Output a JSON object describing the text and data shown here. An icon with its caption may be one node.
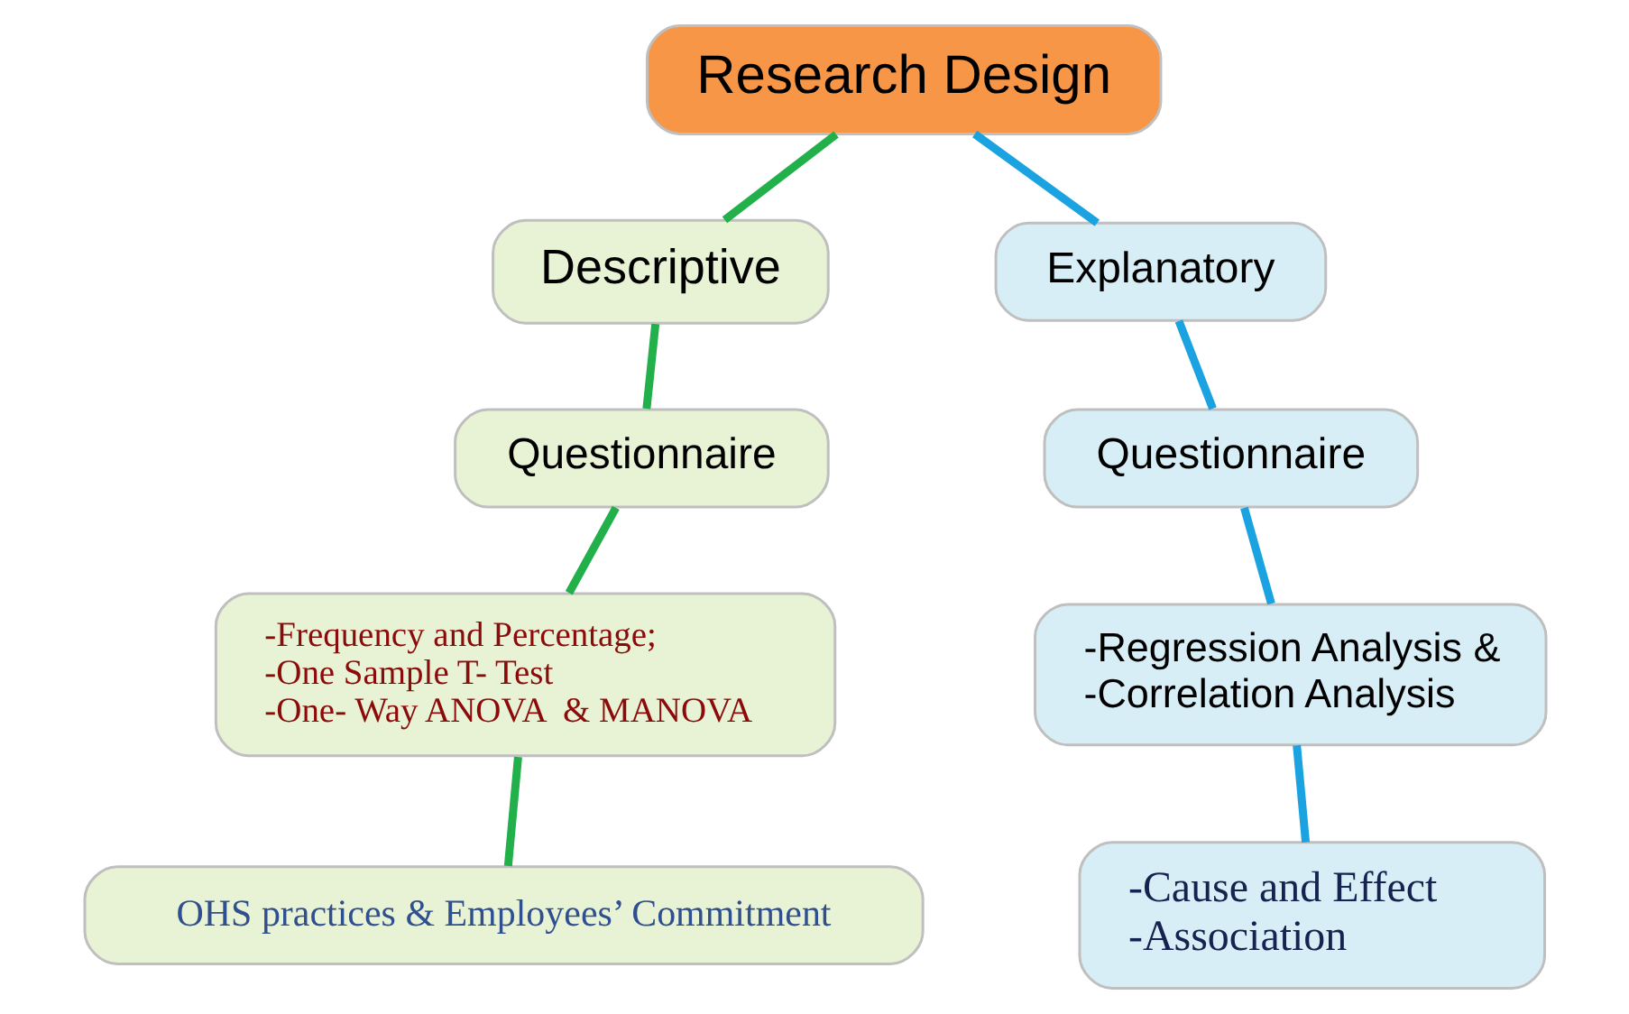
{
  "diagram": {
    "nodes": [
      {
        "text": [
          "Research Design"
        ]
      },
      {
        "text": [
          "Descriptive"
        ]
      },
      {
        "text": [
          "Explanatory"
        ]
      },
      {
        "text": [
          "Questionnaire"
        ]
      },
      {
        "text": [
          "Questionnaire"
        ]
      },
      {
        "text": [
          "-Frequency and Percentage;",
          "-One Sample T- Test",
          "-One- Way ANOVA  & MANOVA"
        ]
      },
      {
        "text": [
          "-Regression Analysis &",
          "-Correlation Analysis"
        ]
      },
      {
        "text": [
          "OHS practices & Employees’ Commitment"
        ]
      },
      {
        "text": [
          "-Cause and Effect",
          "-Association"
        ]
      }
    ],
    "edges": [
      {
        "from": 0,
        "to": 1,
        "arrow": "none",
        "color": "#22b04a"
      },
      {
        "from": 0,
        "to": 2,
        "arrow": "none",
        "color": "#1aa3e0"
      },
      {
        "from": 1,
        "to": 3,
        "arrow": "none",
        "color": "#22b04a"
      },
      {
        "from": 2,
        "to": 4,
        "arrow": "none",
        "color": "#1aa3e0"
      },
      {
        "from": 3,
        "to": 5,
        "arrow": "none",
        "color": "#22b04a"
      },
      {
        "from": 4,
        "to": 6,
        "arrow": "none",
        "color": "#1aa3e0"
      },
      {
        "from": 5,
        "to": 7,
        "arrow": "none",
        "color": "#22b04a"
      },
      {
        "from": 6,
        "to": 8,
        "arrow": "none",
        "color": "#1aa3e0"
      }
    ]
  }
}
